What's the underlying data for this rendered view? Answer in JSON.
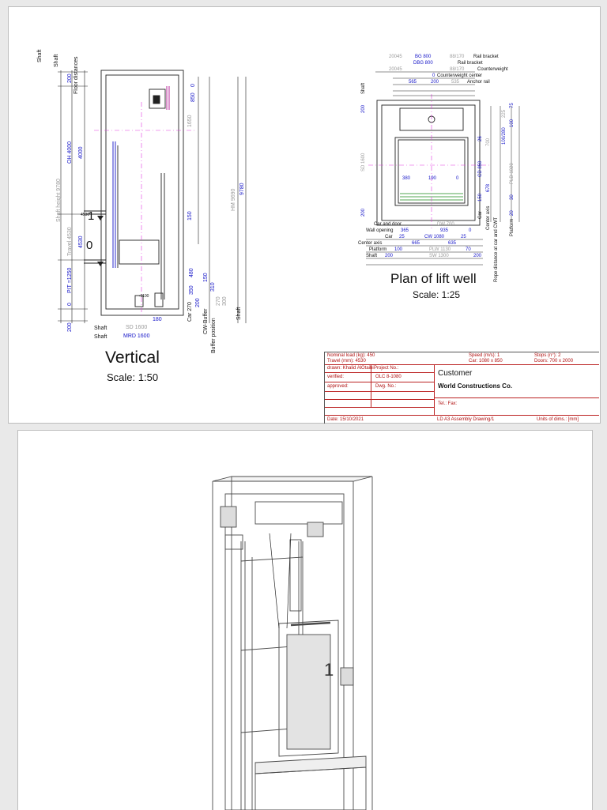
{
  "vertical": {
    "title": "Vertical",
    "scale": "Scale: 1:50",
    "labels": {
      "shaft": "Shaft",
      "floor_distances": "Floor distances",
      "shaft_height": "Shaft height 9780",
      "travel": "Travel 4530",
      "oh": "OH 4000",
      "oh_value": "4000",
      "floor_4530": "4530",
      "pit": "PIT =1250",
      "val_200_top": "200",
      "val_200_bottom": "200",
      "val_0": "0",
      "val_850": "850",
      "val_1650": "1650",
      "val_150": "150",
      "val_0_right": "0",
      "hm": "HM 9690",
      "h_9780": "9780",
      "val_480": "480",
      "val_350": "350",
      "val_200_car": "200",
      "car_270": "Car 270",
      "val_150_b": "150",
      "val_310": "310",
      "val_270": "270",
      "val_300": "300",
      "cw_buffer": "CW-Buffer",
      "buffer_position": "Buffer position",
      "shaft_right": "Shaft",
      "sd_label": "SD 1600",
      "mrd_label": "MRD 1600",
      "shaft_sd": "Shaft",
      "shaft_mrd": "Shaft",
      "val_180": "180",
      "floor_1": "1",
      "floor_0": "0",
      "level_4530": "4530",
      "level_m1100": "-1100"
    }
  },
  "plan": {
    "title": "Plan of lift well",
    "scale": "Scale: 1:25",
    "rows_top": [
      {
        "dim_a": "20045",
        "dim_b": "BG 800",
        "dim_c": "88/170",
        "label": "Rail bracket"
      },
      {
        "dim_a": "",
        "dim_b": "DBG 800",
        "dim_c": "",
        "label": "Rail bracket"
      },
      {
        "dim_a": "20045",
        "dim_b": "",
        "dim_c": "88/170",
        "label": "Counterweight"
      },
      {
        "dim_a": "",
        "dim_b": "0",
        "dim_c": "",
        "label": "Counterweight center"
      },
      {
        "dim_a": "565",
        "dim_b": "200",
        "dim_c": "535",
        "label": "Anchor rail"
      }
    ],
    "rows_bottom": [
      {
        "label": "Car and door",
        "v1": "",
        "v2": "DW 700",
        "v3": ""
      },
      {
        "label": "Wall opening",
        "v1": "365",
        "v2": "935",
        "v3": "0"
      },
      {
        "label": "Car",
        "v1": "25",
        "v2": "CW 1080",
        "v3": "25"
      },
      {
        "label": "Center axis",
        "v1": "665",
        "v2": "635",
        "v3": ""
      },
      {
        "label": "Platform",
        "v1": "100",
        "v2": "PLW 1130",
        "v3": "70"
      },
      {
        "label": "Shaft",
        "v1": "200",
        "v2": "SW 1300",
        "v3": "200"
      }
    ],
    "inner": {
      "a": "380",
      "b": "190",
      "c": "0"
    },
    "side_labels": {
      "sd": "SD 1600",
      "val_200_a": "200",
      "val_200_b": "200",
      "shaft": "Shaft",
      "cd": "CD 850",
      "val_26": "26",
      "val_150": "150",
      "val_678": "678",
      "car": "Car",
      "center_axis": "Center axis",
      "rope": "Rope distance at car and CWT",
      "platform": "Platform",
      "val_20": "20",
      "val_30": "30",
      "pld": "PLD 1020",
      "val_700": "700",
      "val_100": "100",
      "val_75": "75",
      "val_280": "100/280",
      "val_225": "225"
    }
  },
  "title_block": {
    "nominal_load": "Nominal load (kg): 450",
    "travel": "Travel (mm): 4530",
    "speed": "Speed (m/s): 1",
    "car": "Car: 1080 x 850",
    "stops": "Stops (n°): 2",
    "doors": "Doors: 700 x 2000",
    "drawn": "drawn: Khalid AlOtaibi",
    "project_no_label": "Project No.:",
    "project_no": "OLC 8-1080",
    "verified": "verified:",
    "approved": "approved:",
    "dwg_no": "Dwg. No.:",
    "customer_label": "Customer",
    "customer": "World Constructions Co.",
    "tel_fax": "Tel.:  Fax:",
    "date": "Date: 15/10/2021",
    "drawing": "LD A3 Assembly Drawing/1",
    "units": "Units of dims.: [mm]"
  },
  "model3d": {
    "floor_label": "1"
  }
}
